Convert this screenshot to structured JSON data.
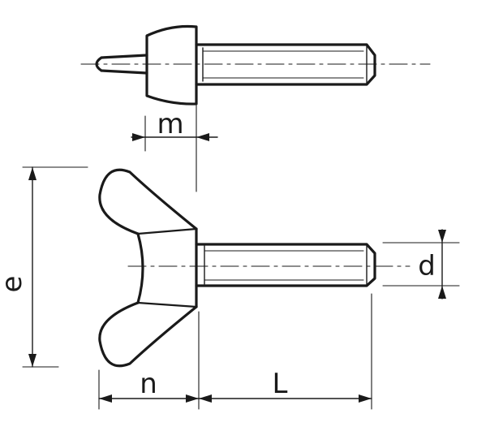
{
  "labels": {
    "m": "m",
    "e": "e",
    "d": "d",
    "n": "n",
    "L": "L"
  },
  "colors": {
    "ink": "#1a1a1a",
    "background": "#ffffff"
  }
}
